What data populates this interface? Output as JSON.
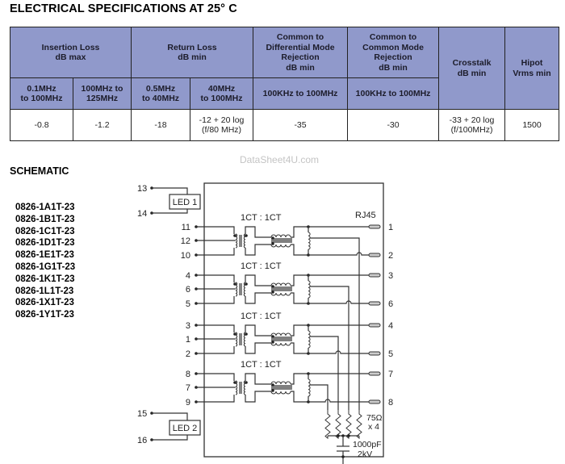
{
  "page": {
    "title": "ELECTRICAL SPECIFICATIONS AT 25° C",
    "watermark": "DataSheet4U.com"
  },
  "spec_table": {
    "groups": [
      {
        "label": "Insertion Loss\ndB max",
        "span": 2
      },
      {
        "label": "Return Loss\ndB min",
        "span": 2
      },
      {
        "label": "Common to\nDifferential Mode\nRejection\ndB min",
        "span": 1
      },
      {
        "label": "Common to\nCommon Mode\nRejection\ndB min",
        "span": 1
      },
      {
        "label": "Crosstalk\ndB min",
        "span": 1,
        "rowspan": 2
      },
      {
        "label": "Hipot\nVrms min",
        "span": 1,
        "rowspan": 2
      }
    ],
    "subheaders": [
      "0.1MHz\nto 100MHz",
      "100MHz to\n125MHz",
      "0.5MHz\nto 40MHz",
      "40MHz\nto 100MHz",
      "100KHz to 100MHz",
      "100KHz to 100MHz"
    ],
    "values": [
      "-0.8",
      "-1.2",
      "-18",
      "-12 + 20 log\n(f/80 MHz)",
      "-35",
      "-30",
      "-33 + 20 log\n(f/100MHz)",
      "1500"
    ]
  },
  "schematic": {
    "heading": "SCHEMATIC",
    "part_numbers": [
      "0826-1A1T-23",
      "0826-1B1T-23",
      "0826-1C1T-23",
      "0826-1D1T-23",
      "0826-1E1T-23",
      "0826-1G1T-23",
      "0826-1K1T-23",
      "0826-1L1T-23",
      "0826-1X1T-23",
      "0826-1Y1T-23"
    ],
    "connector_label": "RJ45",
    "transformer_ratio": "1CT : 1CT",
    "leds": [
      {
        "label": "LED 1",
        "pins": [
          "13",
          "14"
        ]
      },
      {
        "label": "LED 2",
        "pins": [
          "15",
          "16"
        ]
      }
    ],
    "channels": [
      {
        "left_pins": [
          "11",
          "12",
          "10"
        ],
        "right_pins": [
          "1",
          "2"
        ]
      },
      {
        "left_pins": [
          "4",
          "6",
          "5"
        ],
        "right_pins": [
          "3",
          "6"
        ]
      },
      {
        "left_pins": [
          "3",
          "1",
          "2"
        ],
        "right_pins": [
          "4",
          "5"
        ]
      },
      {
        "left_pins": [
          "8",
          "7",
          "9"
        ],
        "right_pins": [
          "7",
          "8"
        ]
      }
    ],
    "resistor_label": "75Ω",
    "resistor_count_label": "x 4",
    "capacitor_label": "1000pF",
    "capacitor_rating": "2kV"
  }
}
